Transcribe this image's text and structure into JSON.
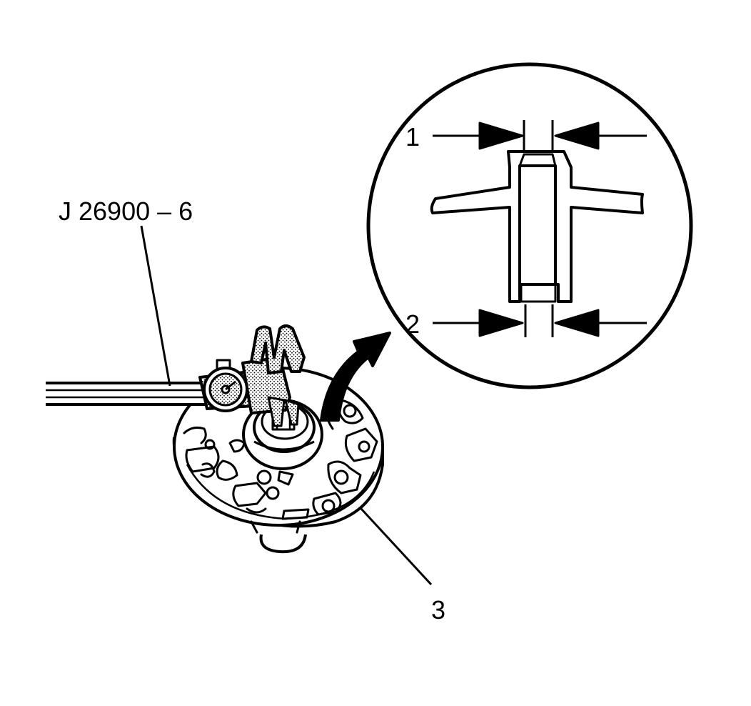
{
  "labels": {
    "tool": "J 26900 – 6",
    "callout_1": "1",
    "callout_2": "2",
    "callout_3": "3"
  },
  "colors": {
    "ink": "#000000",
    "paper": "#ffffff",
    "stipple": "#9a9a9a"
  }
}
